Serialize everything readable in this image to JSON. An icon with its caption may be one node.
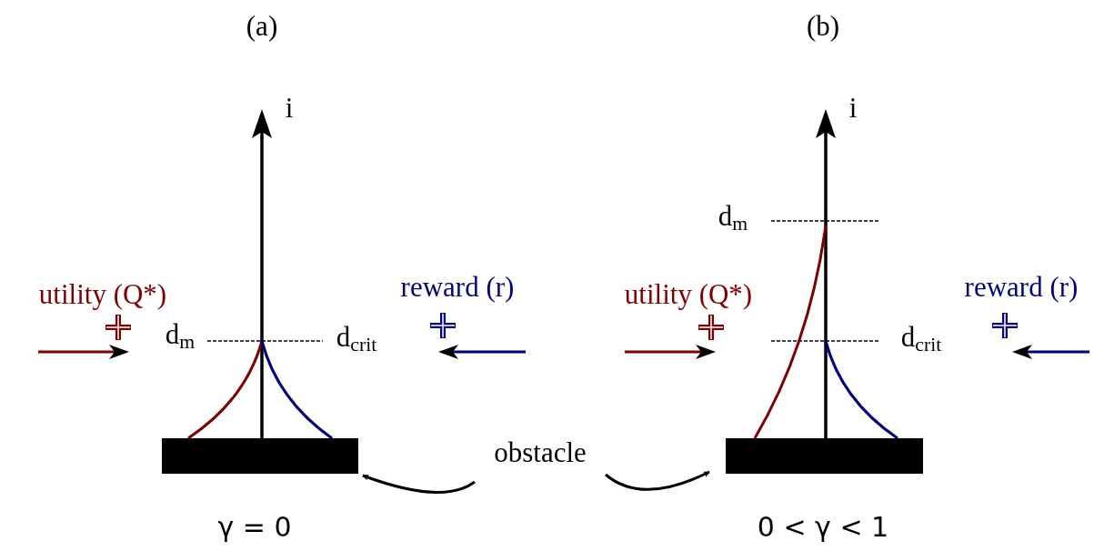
{
  "diagram": {
    "nodes": [
      {
        "text": [],
        "shape": "bar"
      },
      {
        "text": [
          "obstacle"
        ]
      },
      {
        "text": [],
        "shape": "bar"
      }
    ],
    "edges": [
      {
        "from": 1,
        "to": 0,
        "arrow": "to"
      },
      {
        "from": 1,
        "to": 2,
        "arrow": "to"
      }
    ],
    "labels": [
      "(a)",
      "(b)",
      "i",
      "i",
      "d$_{m}$",
      "utility (Q*)",
      "reward (r)",
      "utility (Q*)",
      "reward (r)",
      "d$_{m}$",
      "d$_{crit}$",
      "d$_{crit}$",
      "γ = 0",
      "0 < γ < 1"
    ]
  }
}
